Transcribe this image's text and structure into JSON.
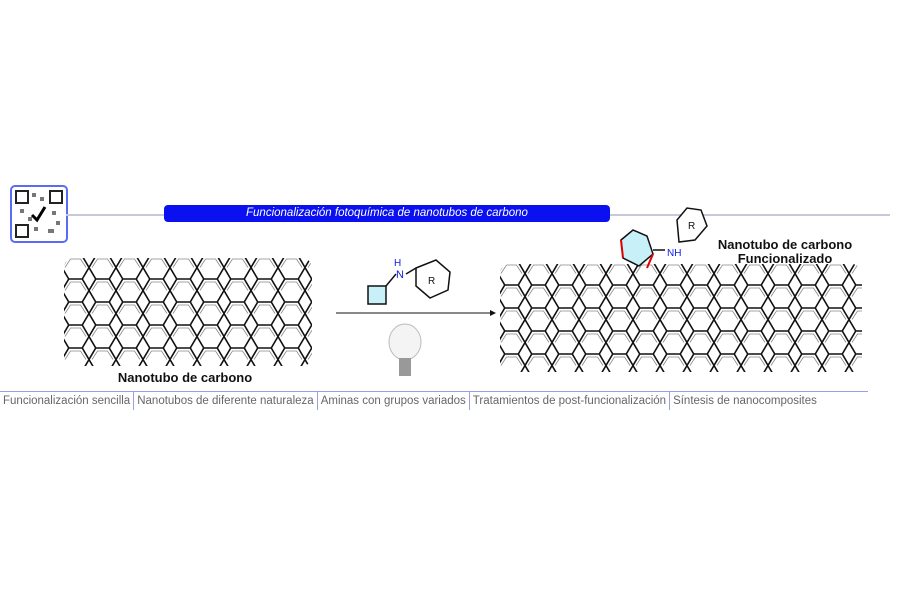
{
  "banner": {
    "title": "Funcionalización fotoquímica de nanotubos de carbono"
  },
  "left_label": "Nanotubo de carbono",
  "right_label": {
    "line1": "Nanotubo de carbono",
    "line2": "Funcionalizado"
  },
  "reagent": {
    "amine": "H",
    "n": "N",
    "r": "R",
    "nh": "NH",
    "r2": "R"
  },
  "tabs": [
    "Funcionalización sencilla",
    "Nanotubos de diferente naturaleza",
    "Aminas con grupos variados",
    "Tratamientos de post-funcionalización",
    "Síntesis de nanocomposites"
  ],
  "colors": {
    "banner": "#0a10f0",
    "accent": "#5a6cf0",
    "ring_fill": "#c8f0f8",
    "bond_red": "#e00000"
  }
}
